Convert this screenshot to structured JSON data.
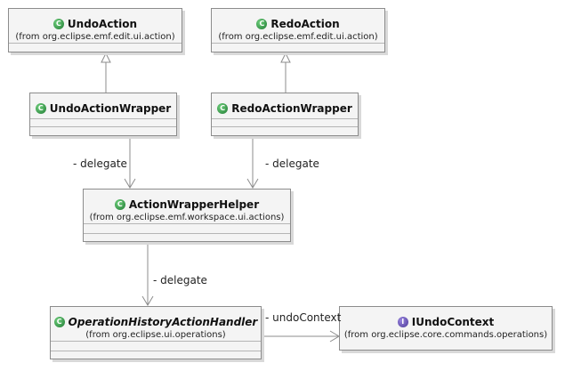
{
  "classes": {
    "undo_action": {
      "name": "UndoAction",
      "from": "(from org.eclipse.emf.edit.ui.action)",
      "icon": "class-icon"
    },
    "redo_action": {
      "name": "RedoAction",
      "from": "(from org.eclipse.emf.edit.ui.action)",
      "icon": "class-icon"
    },
    "undo_action_wrapper": {
      "name": "UndoActionWrapper",
      "icon": "class-icon"
    },
    "redo_action_wrapper": {
      "name": "RedoActionWrapper",
      "icon": "class-icon"
    },
    "action_wrapper_helper": {
      "name": "ActionWrapperHelper",
      "from": "(from org.eclipse.emf.workspace.ui.actions)",
      "icon": "class-icon"
    },
    "operation_history_action_handler": {
      "name": "OperationHistoryActionHandler",
      "from": "(from org.eclipse.ui.operations)",
      "icon": "abstract-class-icon"
    },
    "iundo_context": {
      "name": "IUndoContext",
      "from": "(from org.eclipse.core.commands.operations)",
      "icon": "interface-icon"
    }
  },
  "associations": {
    "undo_delegate": "- delegate",
    "redo_delegate": "- delegate",
    "helper_delegate": "- delegate",
    "undo_context": "- undoContext"
  },
  "colors": {
    "class_fill": "#f4f4f4",
    "class_border": "#8c8c8c",
    "class_icon": "#2f9e44",
    "interface_icon": "#6a54c4",
    "connector": "#8c8c8c"
  }
}
